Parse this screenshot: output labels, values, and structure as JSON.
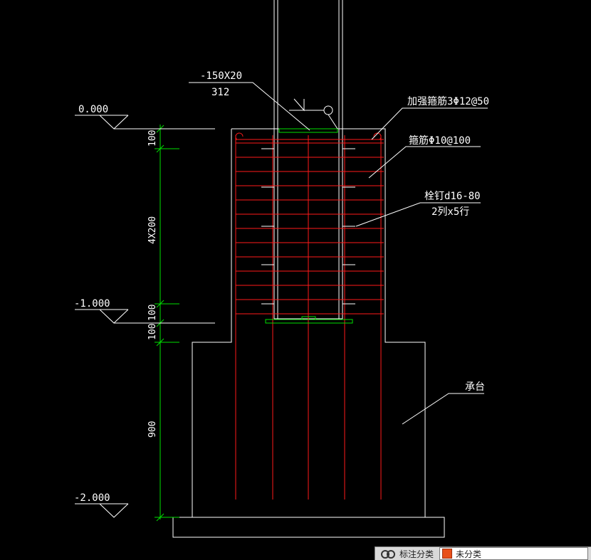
{
  "drawing": {
    "elevations": {
      "top": "0.000",
      "mid": "-1.000",
      "bottom": "-2.000"
    },
    "dimensions": {
      "d1": "100",
      "d2": "4X200",
      "d3": "100",
      "d4": "100",
      "d5": "900"
    },
    "annotations": {
      "plate_line1": "-150X20",
      "plate_line2": "312",
      "reinforce_stirrup": "加强箍筋3Φ12@50",
      "stirrup": "箍筋Φ10@100",
      "stud_line1": "栓钉d16-80",
      "stud_line2": "2列x5行",
      "pile_cap": "承台"
    },
    "colors": {
      "background": "#000000",
      "outline": "#ffffff",
      "dimension": "#00e000",
      "rebar": "#ff1a1a"
    }
  },
  "toolbar": {
    "category_label": "标注分类",
    "category_value": "未分类",
    "category_swatch_color": "#e8501a"
  }
}
